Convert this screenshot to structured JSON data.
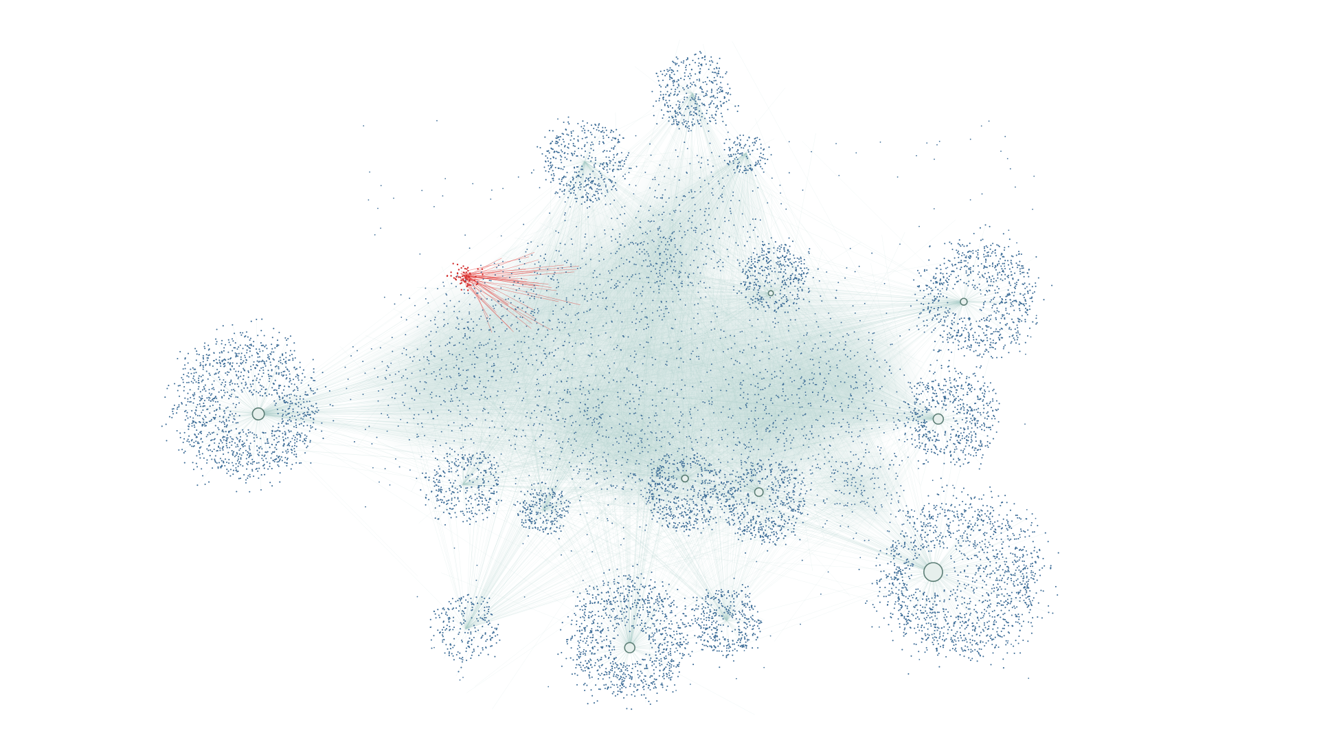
{
  "graph": {
    "type": "network",
    "background": "#ffffff",
    "colors": {
      "node": "#3b6b96",
      "edge": "#a9cbc7",
      "hub_stroke": "#5b7d75",
      "hub_fill": "#e6efec",
      "highlight_edge": "#e53935",
      "highlight_node": "#d32f2f"
    },
    "clusters": [
      {
        "id": "west",
        "hub": true
      },
      {
        "id": "top-center",
        "hub": false
      },
      {
        "id": "upper-left",
        "hub": false
      },
      {
        "id": "upper-right-top",
        "hub": false
      },
      {
        "id": "east-upper",
        "hub": true
      },
      {
        "id": "east-middle",
        "hub": true
      },
      {
        "id": "east-lower",
        "hub": true
      },
      {
        "id": "south-center",
        "hub": true
      },
      {
        "id": "south-middle",
        "hub": false
      },
      {
        "id": "south-left",
        "hub": false
      },
      {
        "id": "center-lower-left",
        "hub": true
      },
      {
        "id": "center-lower-right",
        "hub": true
      },
      {
        "id": "center-upper-right",
        "hub": true
      },
      {
        "id": "left-cluster",
        "hub": false
      },
      {
        "id": "center-left-lower",
        "hub": false
      }
    ],
    "highlighted_cluster": "upper-left-red"
  }
}
